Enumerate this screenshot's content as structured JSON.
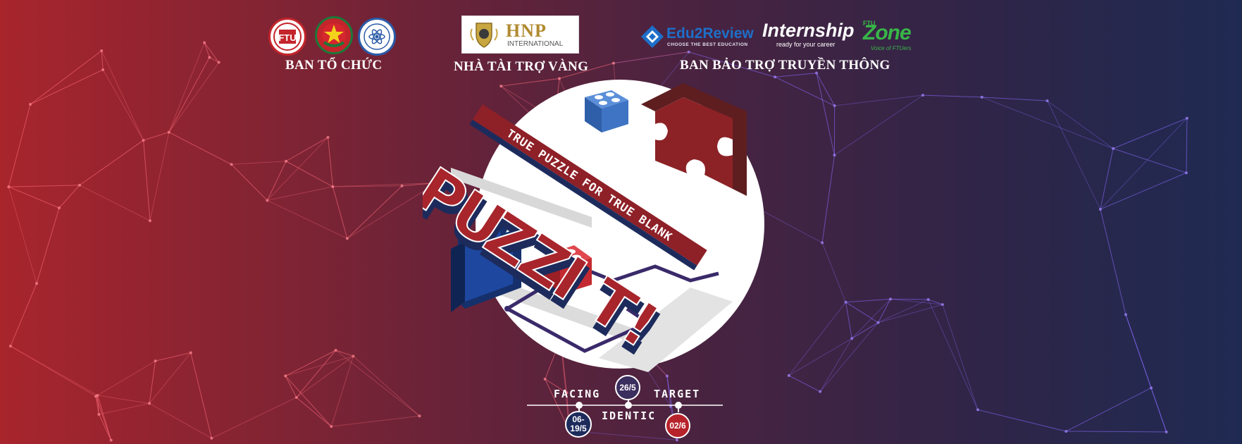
{
  "organizers": {
    "label": "BAN TỔ CHỨC",
    "logos": [
      {
        "icon": "ftu-university-logo-icon",
        "text": "FTU"
      },
      {
        "icon": "youth-union-logo-icon"
      },
      {
        "icon": "science-club-atom-logo-icon"
      }
    ]
  },
  "gold_sponsor": {
    "label": "NHÀ TÀI TRỢ VÀNG",
    "logo_name": "HNP",
    "logo_sub": "INTERNATIONAL"
  },
  "media_partners": {
    "label": "BAN BẢO TRỢ TRUYỀN THÔNG",
    "edu2review": {
      "name": "Edu2Review",
      "tagline": "CHOOSE THE BEST EDUCATION"
    },
    "internship": {
      "name": "Internship",
      "tagline": "ready for your career"
    },
    "ftuzone": {
      "top": "FTU",
      "name": "Zone",
      "tagline": "Voice of FTUers"
    }
  },
  "hero": {
    "banner": "TRUE PUZZLE FOR TRUE BLANK",
    "title_letters": [
      "P",
      "U",
      "Z",
      "Z",
      "I",
      "T",
      "!"
    ]
  },
  "timeline": {
    "stages": [
      {
        "label": "FACING",
        "date_line1": "06-",
        "date_line2": "19/5"
      },
      {
        "label": "IDENTIC",
        "date_line1": "26/5",
        "date_line2": ""
      },
      {
        "label": "TARGET",
        "date_line1": "02/6",
        "date_line2": ""
      }
    ]
  },
  "colors": {
    "red": "#a8252c",
    "navy": "#1d2b5c",
    "blue": "#2a4e9c",
    "white": "#ffffff"
  }
}
